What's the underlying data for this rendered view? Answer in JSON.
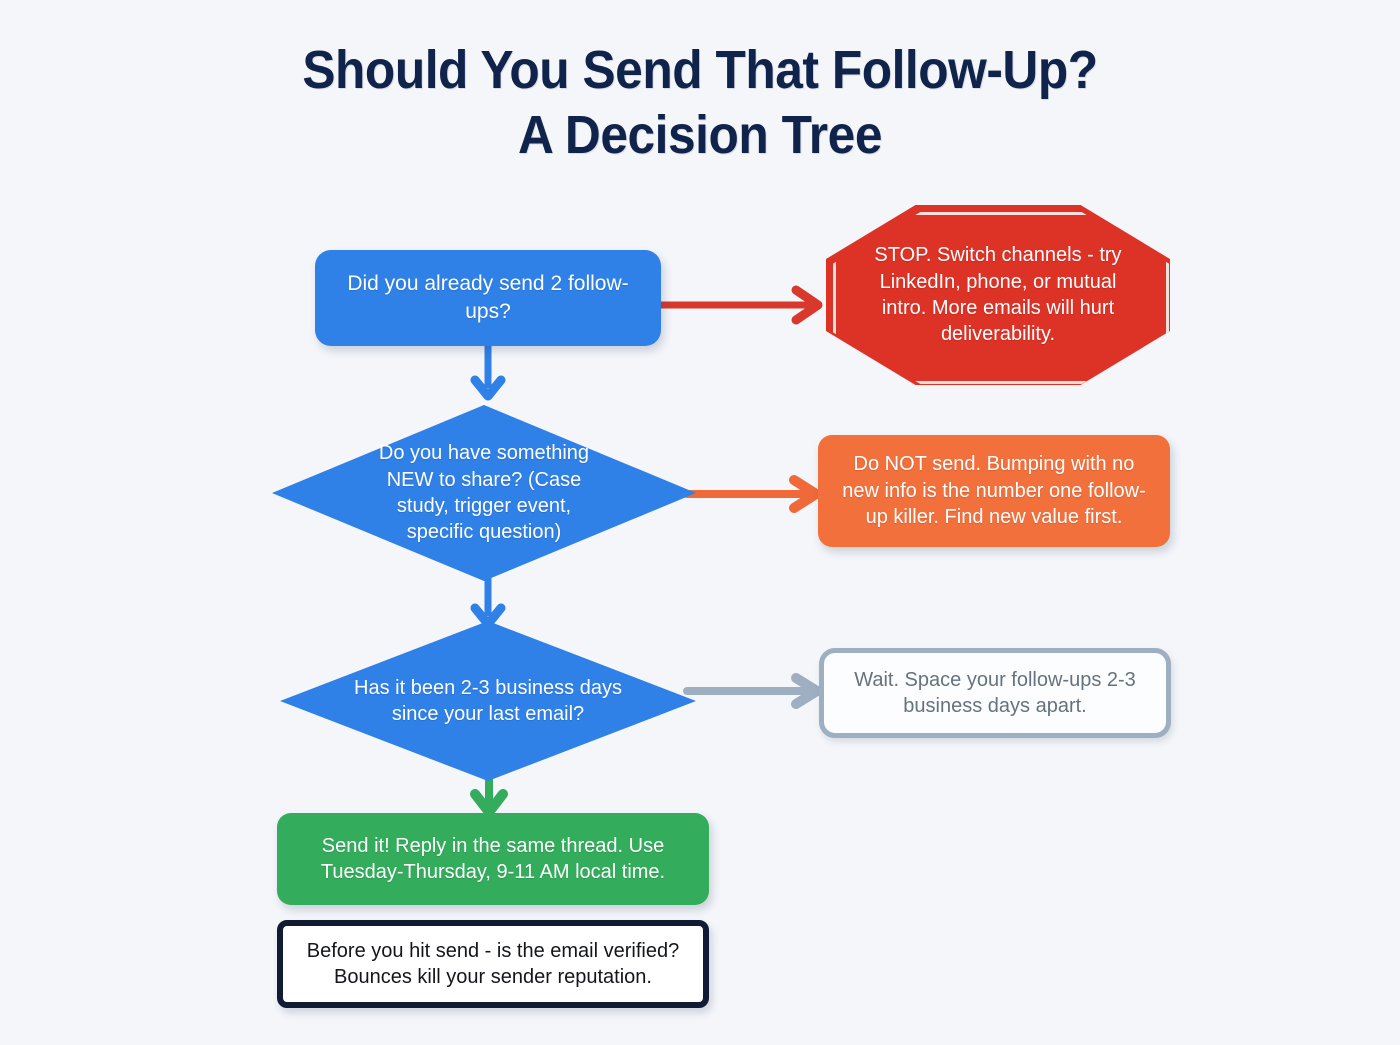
{
  "page": {
    "background_color": "#f4f6fa",
    "title_lines": [
      "Should You Send That Follow-Up?",
      "A Decision Tree"
    ],
    "title_color": "#10234b"
  },
  "colors": {
    "decision_blue": "#2f80e7",
    "stop_red": "#dd3226",
    "warn_orange": "#f1703c",
    "wait_gray": "#9dafc0",
    "go_green": "#33ad5c",
    "verify_navy": "#111c34"
  },
  "nodes": {
    "q1": {
      "name": "Did you already send 2 follow-ups?",
      "text": "Did you already send 2 follow-ups?",
      "shape": "rounded-rect",
      "color": "#2f80e7"
    },
    "stop": {
      "name": "STOP switch channels",
      "text": "STOP. Switch channels - try LinkedIn, phone, or mutual intro. More emails will hurt deliverability.",
      "shape": "octagon",
      "color": "#dd3226"
    },
    "q2": {
      "name": "Do you have something NEW to share?",
      "text": "Do you have something NEW to share? (Case study, trigger event, specific question)",
      "shape": "diamond",
      "color": "#2f80e7"
    },
    "donot": {
      "name": "Do NOT send",
      "text": "Do NOT send. Bumping with no new info is the number one follow-up killer. Find new value first.",
      "shape": "rounded-rect",
      "color": "#f1703c"
    },
    "q3": {
      "name": "Has it been 2-3 business days since your last email?",
      "text": "Has it been 2-3 business days since your last email?",
      "shape": "diamond",
      "color": "#2f80e7"
    },
    "wait": {
      "name": "Wait",
      "text": "Wait. Space your follow-ups 2-3 business days apart.",
      "shape": "rounded-rect-outline",
      "color": "#9dafc0"
    },
    "send": {
      "name": "Send it",
      "text": "Send it! Reply in the same thread. Use Tuesday-Thursday, 9-11 AM local time.",
      "shape": "rounded-rect",
      "color": "#33ad5c"
    },
    "verify": {
      "name": "Verify before sending",
      "text": "Before you hit send - is the email verified? Bounces kill your sender reputation.",
      "shape": "rounded-rect-outline",
      "color": "#111c34"
    }
  },
  "connectors": {
    "q1_to_stop": {
      "from": "q1",
      "to": "stop",
      "color": "#d8392c",
      "direction": "right"
    },
    "q1_to_q2": {
      "from": "q1",
      "to": "q2",
      "color": "#2f80e7",
      "direction": "down"
    },
    "q2_to_donot": {
      "from": "q2",
      "to": "donot",
      "color": "#ef6a38",
      "direction": "right"
    },
    "q2_to_q3": {
      "from": "q2",
      "to": "q3",
      "color": "#2f80e7",
      "direction": "down"
    },
    "q3_to_wait": {
      "from": "q3",
      "to": "wait",
      "color": "#9dafc0",
      "direction": "right"
    },
    "q3_to_send": {
      "from": "q3",
      "to": "send",
      "color": "#33ad5c",
      "direction": "down"
    }
  }
}
